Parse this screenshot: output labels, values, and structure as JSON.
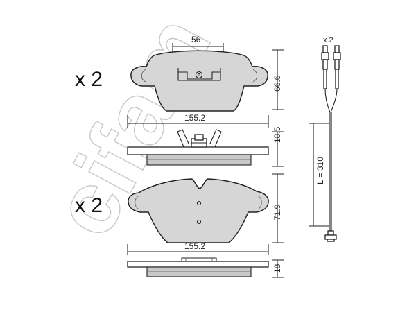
{
  "watermark": {
    "brand": "cifam"
  },
  "top_pad": {
    "quantity": "x 2",
    "width_top": "56",
    "height": "66.6",
    "length": "155.2",
    "thickness": "18.5"
  },
  "bottom_pad": {
    "quantity": "x 2",
    "height": "71.9",
    "length": "155.2",
    "thickness": "18"
  },
  "sensor": {
    "quantity": "x 2",
    "length": "L = 310"
  }
}
